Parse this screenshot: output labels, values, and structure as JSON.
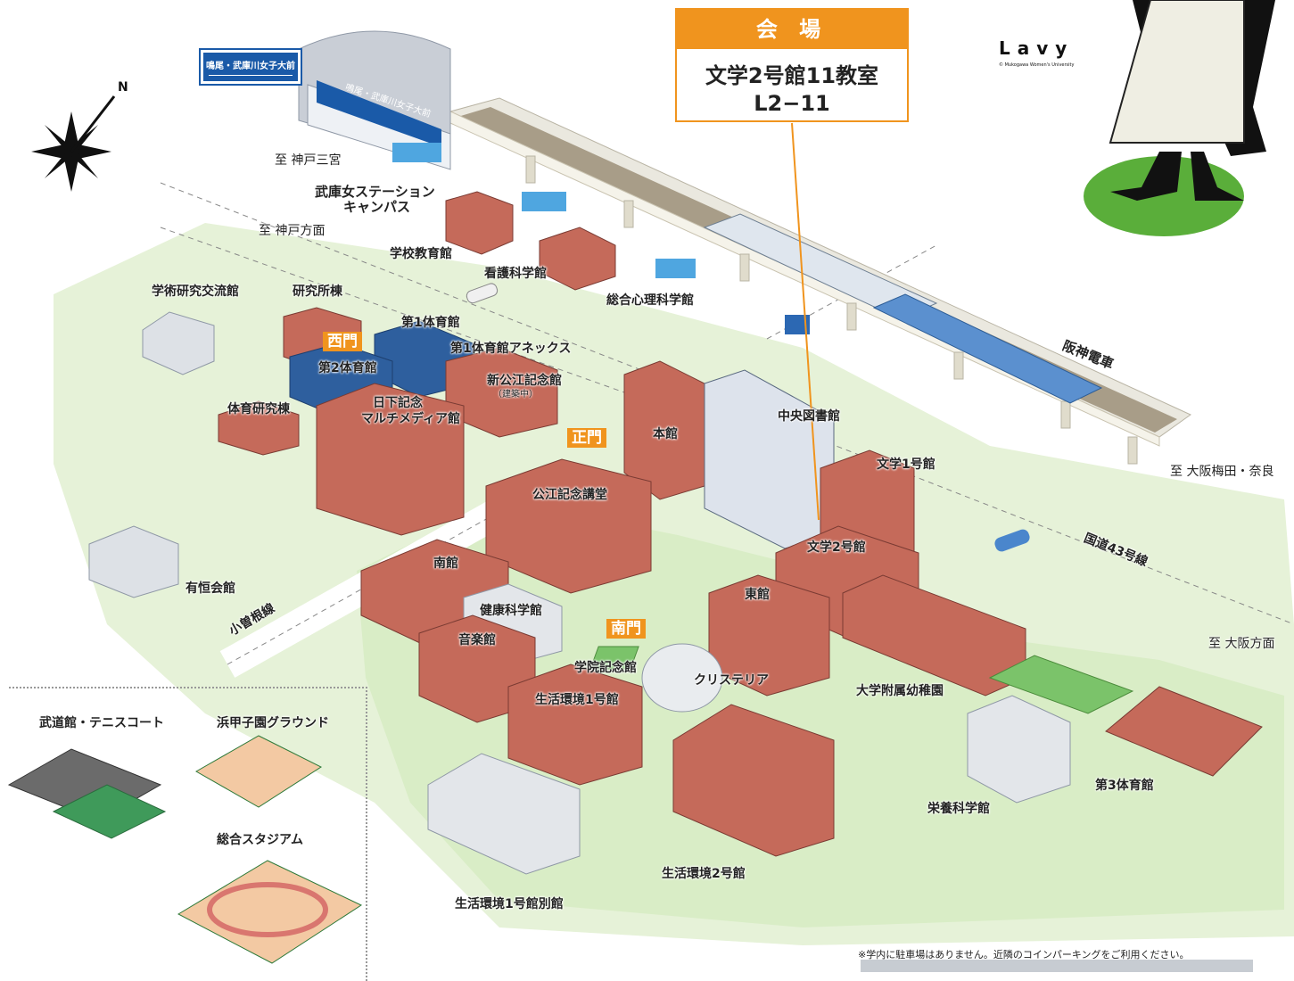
{
  "venue": {
    "header": "会 場",
    "line1": "文学2号館11教室",
    "line2": "L2−11"
  },
  "station_sign": "鳴尾・武庫川女子大前",
  "station_building_sign": "鳴尾・武庫川女子大前",
  "compass": "N",
  "mascot": {
    "name": "Lavy",
    "credit": "© Mukogawa Women's University"
  },
  "labels": {
    "to_kobe_sannomiya": "至 神戸三宮",
    "station_campus_1": "武庫女ステーション",
    "station_campus_2": "キャンパス",
    "to_kobe": "至 神戸方面",
    "school_edu": "学校教育館",
    "nursing": "看護科学館",
    "psych": "総合心理科学館",
    "academic_exchange": "学術研究交流館",
    "research": "研究所棟",
    "gym1": "第1体育館",
    "gym1_annex": "第1体育館アネックス",
    "gym2": "第2体育館",
    "new_kinen": "新公江記念館",
    "under_construction": "（建築中）",
    "kusaka_1": "日下記念",
    "kusaka_2": "マルチメディア館",
    "pe_research": "体育研究棟",
    "honkan": "本館",
    "library": "中央図書館",
    "lit1": "文学1号館",
    "hall": "公江記念講堂",
    "lit2": "文学2号館",
    "nankan": "南館",
    "health": "健康科学館",
    "east": "東館",
    "music": "音楽館",
    "gakuin": "学院記念館",
    "cafeteria": "クリステリア",
    "living1": "生活環境1号館",
    "kindergarten": "大学附属幼稚園",
    "nutrition": "栄養科学館",
    "gym3": "第3体育館",
    "living2": "生活環境2号館",
    "living1_annex": "生活環境1号館別館",
    "yukoukaikan": "有恒会館",
    "kosone": "小曽根線",
    "hanshin": "阪神電車",
    "to_osaka_umeda": "至 大阪梅田・奈良",
    "route43": "国道43号線",
    "to_osaka": "至 大阪方面",
    "budokan": "武道館・テニスコート",
    "hamakoshien": "浜甲子園グラウンド",
    "stadium": "総合スタジアム"
  },
  "gates": {
    "west": "西門",
    "main": "正門",
    "south": "南門"
  },
  "note": "※学内に駐車場はありません。近隣のコインパーキングをご利用ください。",
  "colors": {
    "accent": "#f0941e",
    "station_blue": "#1a5aa8",
    "brick": "#c56a5a",
    "lawn": "#cfe8b8",
    "train_blue": "#3b7ec9"
  }
}
